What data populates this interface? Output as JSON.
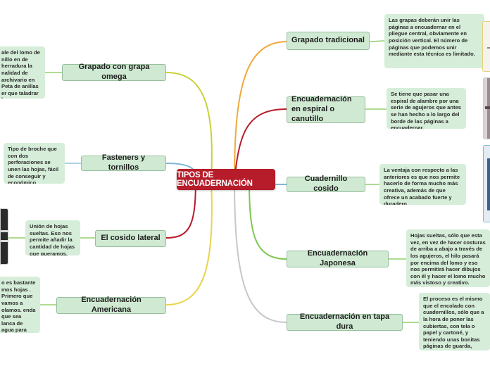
{
  "central": {
    "title": "TIPOS DE ENCUADERNACIÓN"
  },
  "right_branches": [
    {
      "title": "Grapado tradicional",
      "note": "Las grapas deberán unir las páginas a encuadernar en el pliegue central, obviamente en posición vertical. El número de páginas que podemos unir mediante esta técnica es limitado."
    },
    {
      "title": "Encuadernación en espiral o canutillo",
      "note": "Se tiene que pasar una espiral de alambre por una serie de agujeros que antes se han hecho a lo largo del borde de las páginas a encuadernar."
    },
    {
      "title": "Cuadernillo cosido",
      "note": "La ventaja con respecto a las anteriores es que nos permite hacerlo de forma mucho más creativa, además de que ofrece un acabado fuerte y duradero"
    },
    {
      "title": "Encuadernación Japonesa",
      "note": "Hojas sueltas, sólo que esta vez, en vez de hacer costuras de arriba a abajo a través de los agujeros, el hilo pasará por encima del lomo y eso nos permitirá hacer dibujos con él y hacer el lomo mucho más vistoso y creativo."
    },
    {
      "title": "Encuadernación en tapa dura",
      "note": "El proceso es el mismo que el encolado con cuadernillos, sólo que a la hora de poner las cubiertas, con tela o papel y cartoné, y teniendo unas bonitas páginas de guarda, podremos crear unas cubiertas más sólidas para nuestra encuadernación."
    }
  ],
  "left_branches": [
    {
      "title": "Grapado con grapa omega",
      "note": "ale del lomo de nillo en de herradura la nalidad de archivario en Peta de anillas er que taladrar l."
    },
    {
      "title": "Fasteners y tornillos",
      "note": "Tipo de broche que con dos perforaciones se unen las hojas, fácil de conseguir y económico"
    },
    {
      "title": "El cosido lateral",
      "note": "Unión de hojas sueltas. Eso nos permite añadir la cantidad de hojas que queramos."
    },
    {
      "title": "Encuadernación Americana",
      "note": "o es bastante mos hojas . Primero que vamos a olamos. enda que sea lanca de agua para"
    }
  ],
  "colors": {
    "central_fill": "#b71c2a",
    "topic_fill": "#cfe9d2",
    "note_fill": "#d6eed9",
    "branch_green": "#7ec850",
    "branch_orange": "#f0a93b",
    "branch_olive": "#c8d23a",
    "branch_red": "#b71c2a",
    "branch_blue": "#7fb6d8",
    "branch_gray": "#c4c8cc",
    "branch_yellow": "#e8d44a"
  }
}
